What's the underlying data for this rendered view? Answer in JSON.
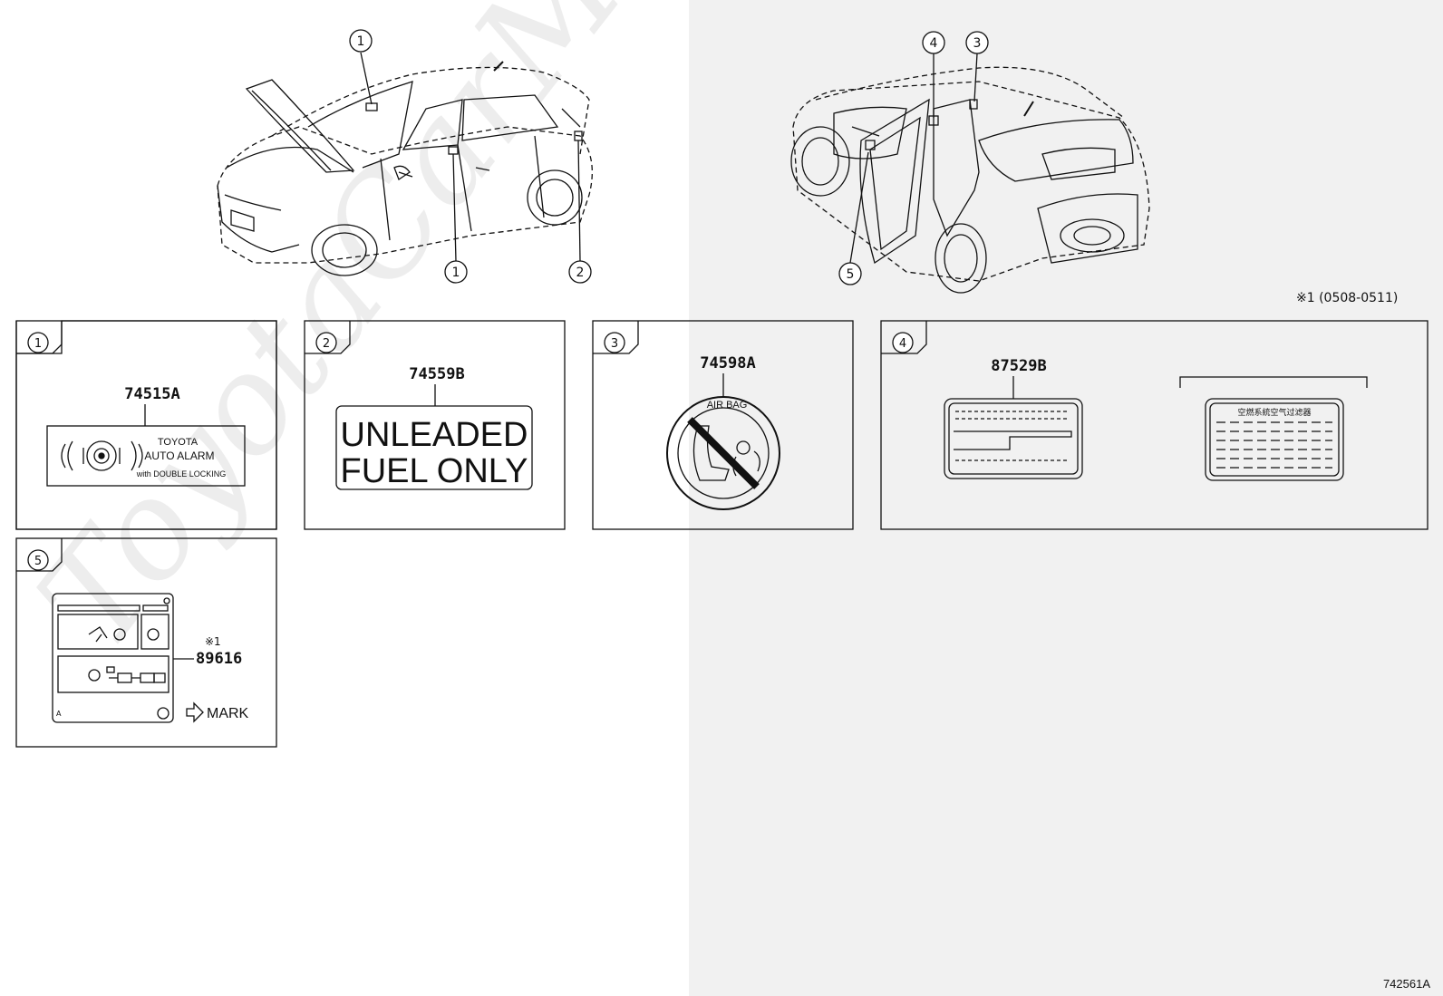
{
  "callouts": {
    "c1": "1",
    "c2": "2",
    "c3": "3",
    "c4": "4",
    "c5": "5"
  },
  "notes": {
    "range_note": "※1 (0508-0511)",
    "figure_id": "742561A"
  },
  "panel1": {
    "num": "1",
    "code": "74515A",
    "line1": "TOYOTA",
    "line2": "AUTO ALARM",
    "line3": "with DOUBLE LOCKING"
  },
  "panel2": {
    "num": "2",
    "code": "74559B",
    "line1": "UNLEADED",
    "line2": "FUEL ONLY"
  },
  "panel3": {
    "num": "3",
    "code": "74598A",
    "ring_text": "AIR BAG"
  },
  "panel4": {
    "num": "4",
    "code": "87529B",
    "card_title": "空燃系統空气过滤器"
  },
  "panel5": {
    "num": "5",
    "code": "89616",
    "ref": "※1",
    "mark": "MARK",
    "letter_a": "A"
  },
  "watermark": "ToyotaCarMiner.ru"
}
